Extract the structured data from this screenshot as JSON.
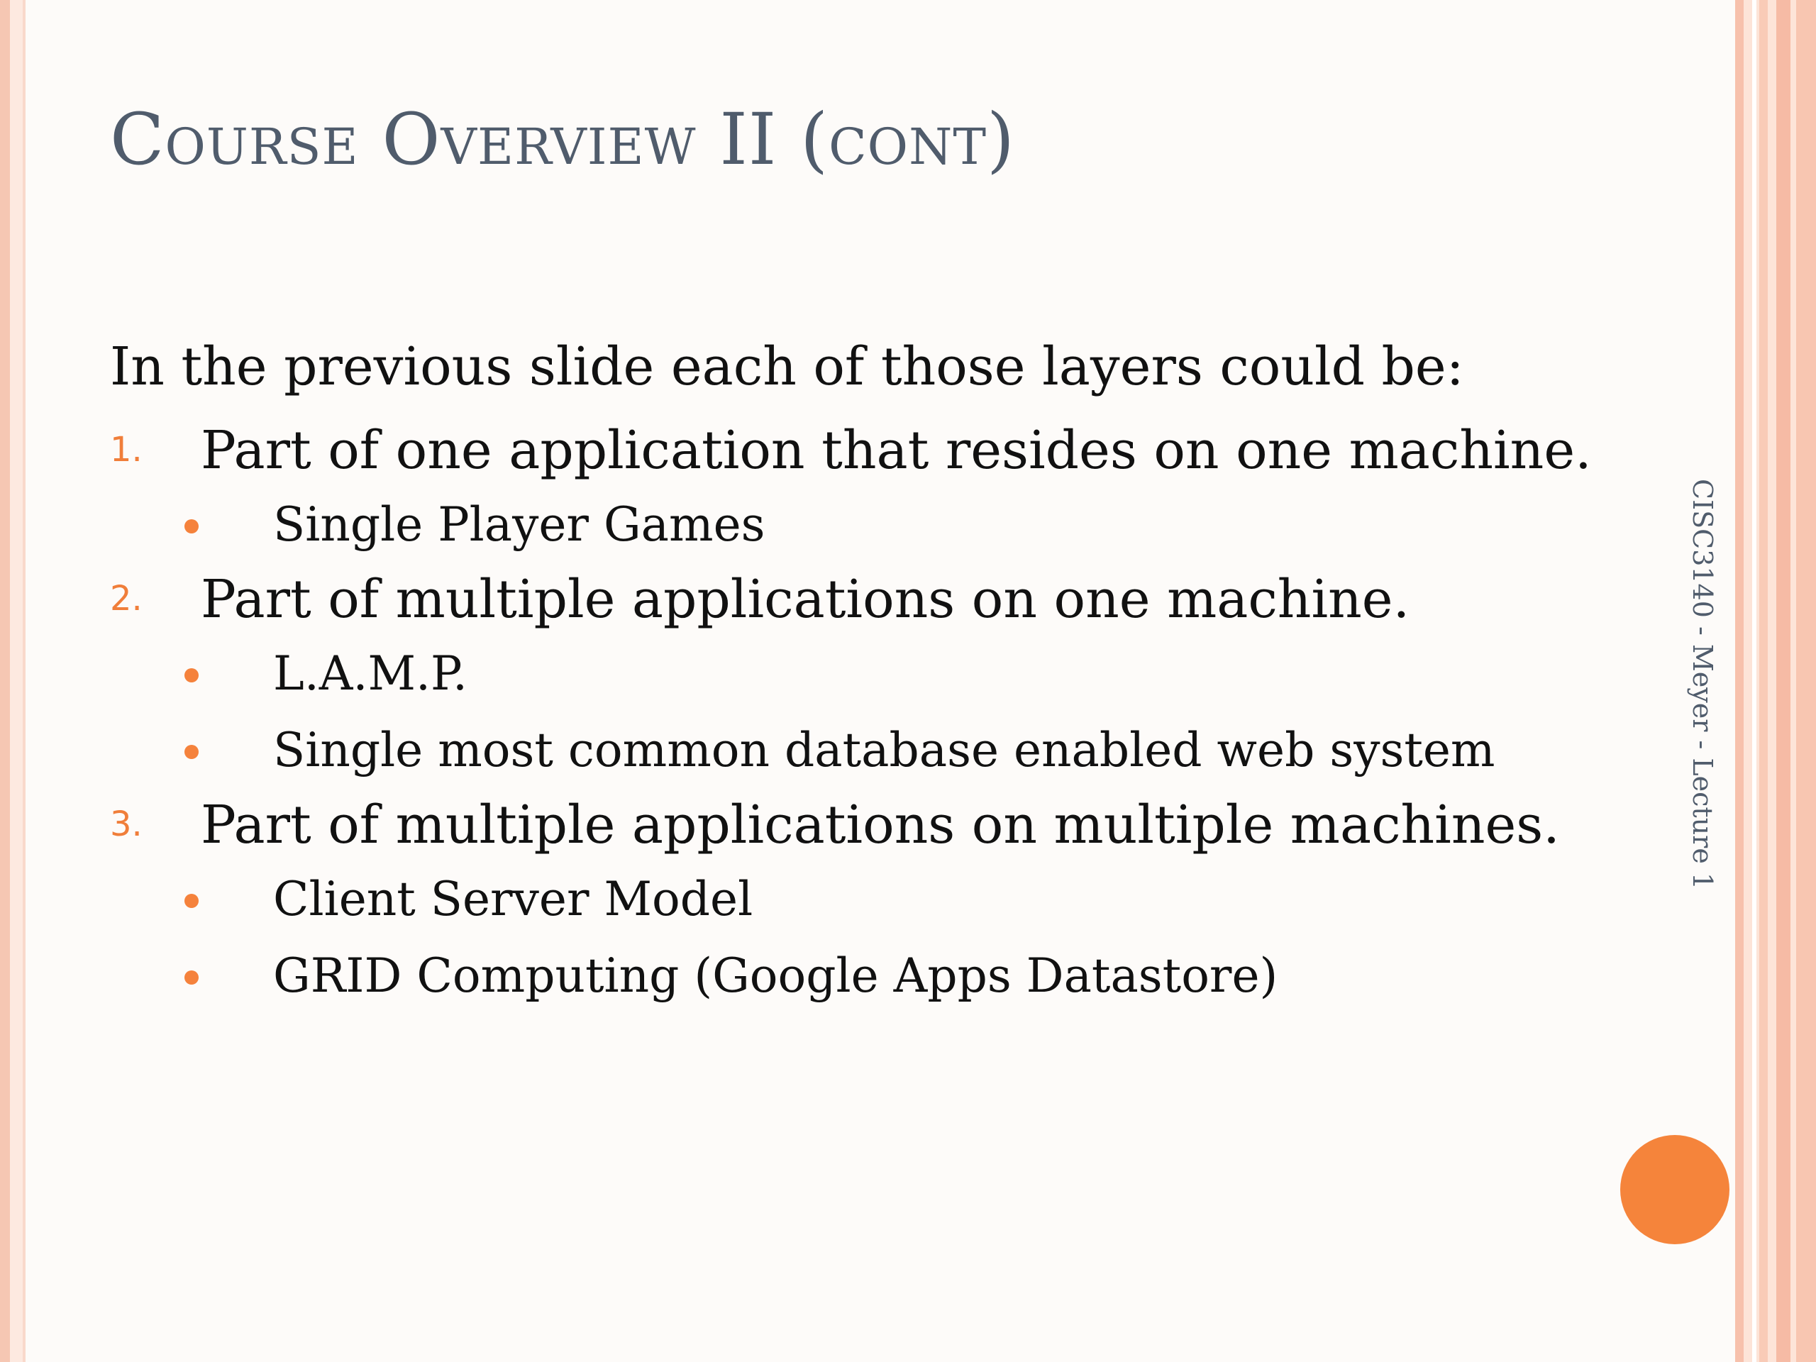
{
  "slide": {
    "title": "Course Overview II (cont)",
    "intro": "In the previous slide each of those layers could be:",
    "items": [
      {
        "number": "1.",
        "text": "Part of one application that resides on one machine.",
        "bullets": [
          "Single Player Games"
        ]
      },
      {
        "number": "2.",
        "text": "Part of multiple applications on one machine.",
        "bullets": [
          "L.A.M.P.",
          "Single most common database enabled web system"
        ]
      },
      {
        "number": "3.",
        "text": "Part of multiple applications on multiple machines.",
        "bullets": [
          "Client Server Model",
          "GRID Computing (Google Apps Datastore)"
        ]
      }
    ],
    "side_label": "CISC3140 - Meyer - Lecture 1"
  },
  "colors": {
    "accent_orange": "#f5843b",
    "title_color": "#505c6c",
    "border_peach": "#f7c1ac"
  }
}
